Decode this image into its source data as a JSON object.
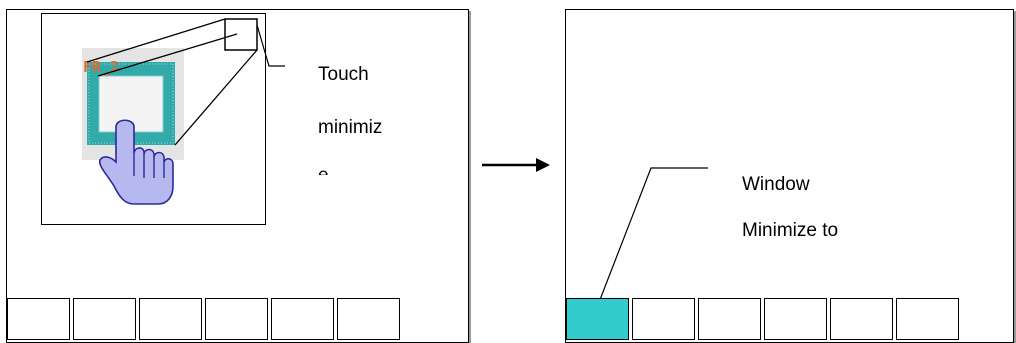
{
  "left_panel": {
    "window_title": "FR_2",
    "caption_lines": [
      "Touch",
      "minimiz",
      "e"
    ],
    "taskbar_slots": 6,
    "active_slot": null
  },
  "right_panel": {
    "caption_lines": [
      "Window",
      "Minimize to"
    ],
    "taskbar_slots": 6,
    "active_slot": 0
  },
  "colors": {
    "window_frame": "#33aaaa",
    "active_taskbar": "#33cccc",
    "hand_fill": "#b8b8f0",
    "title_text": "#e06a2a"
  },
  "icons": {
    "pointer": "hand-pointer-icon",
    "transition": "arrow-right-icon"
  }
}
